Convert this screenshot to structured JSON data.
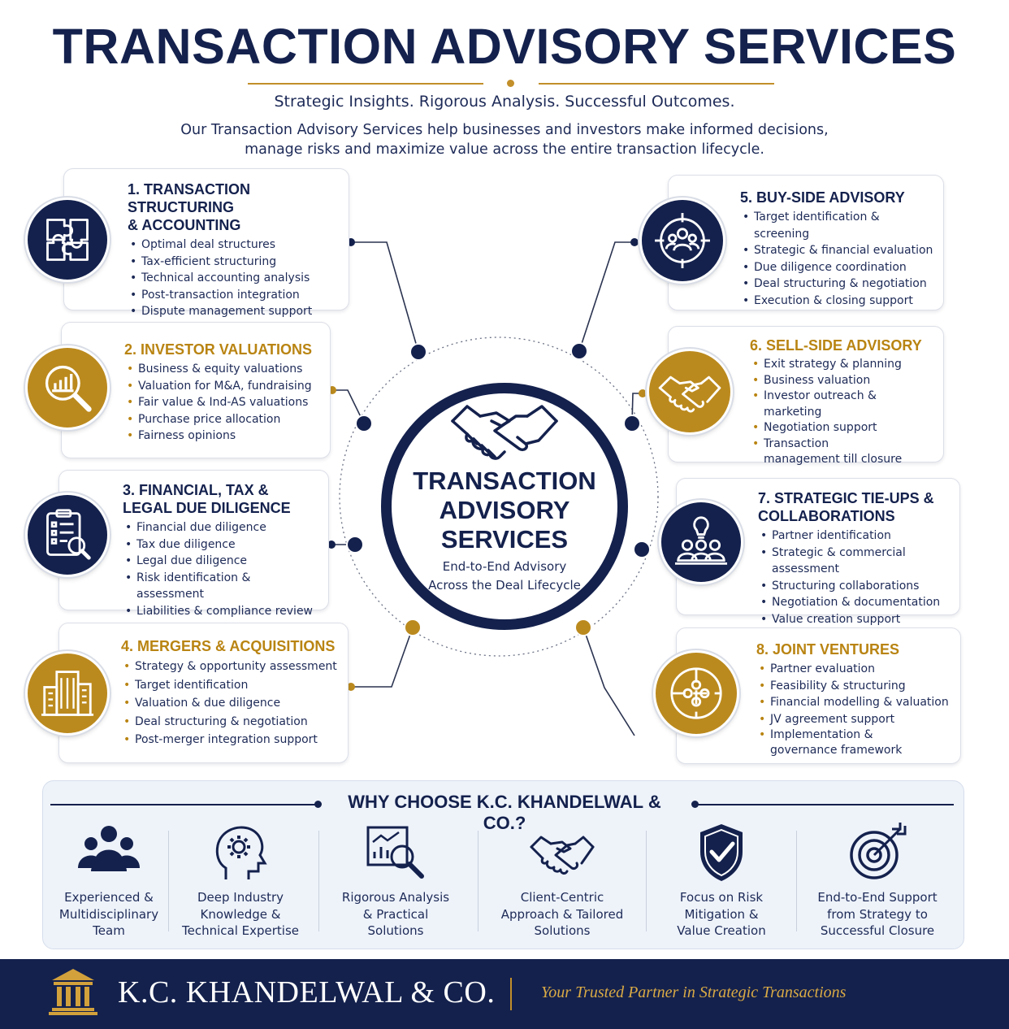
{
  "header": {
    "title": "TRANSACTION ADVISORY SERVICES",
    "tagline": "Strategic Insights. Rigorous Analysis. Successful Outcomes.",
    "intro_line1": "Our Transaction Advisory Services help businesses and investors make informed decisions,",
    "intro_line2": "manage risks and maximize value across the entire transaction lifecycle."
  },
  "hub": {
    "title_line1": "TRANSACTION",
    "title_line2": "ADVISORY",
    "title_line3": "SERVICES",
    "subtitle_line1": "End-to-End Advisory",
    "subtitle_line2": "Across the Deal Lifecycle",
    "icon": "handshake-icon"
  },
  "services": [
    {
      "title_line1": "1. TRANSACTION STRUCTURING",
      "title_line2": "& ACCOUNTING",
      "icon": "puzzle-icon",
      "items": [
        "Optimal deal structures",
        "Tax-efficient structuring",
        "Technical accounting analysis",
        "Post-transaction integration",
        "Dispute management support"
      ]
    },
    {
      "title_line1": "2. INVESTOR VALUATIONS",
      "title_line2": "",
      "icon": "magnifier-chart-icon",
      "items": [
        "Business & equity valuations",
        "Valuation for M&A, fundraising",
        "Fair value & Ind-AS valuations",
        "Purchase price allocation",
        "Fairness opinions"
      ]
    },
    {
      "title_line1": "3. FINANCIAL, TAX &",
      "title_line2": "LEGAL DUE DILIGENCE",
      "icon": "clipboard-icon",
      "items": [
        "Financial due diligence",
        "Tax due diligence",
        "Legal due diligence",
        "Risk identification & assessment",
        "Liabilities & compliance review"
      ]
    },
    {
      "title_line1": "4. MERGERS & ACQUISITIONS",
      "title_line2": "",
      "icon": "buildings-icon",
      "items": [
        "Strategy & opportunity assessment",
        "Target identification",
        "Valuation & due diligence",
        "Deal structuring & negotiation",
        "Post-merger integration support"
      ]
    },
    {
      "title_line1": "5. BUY-SIDE ADVISORY",
      "title_line2": "",
      "icon": "target-people-icon",
      "items": [
        "Target identification & screening",
        "Strategic & financial evaluation",
        "Due diligence coordination",
        "Deal structuring & negotiation",
        "Execution & closing support"
      ]
    },
    {
      "title_line1": "6. SELL-SIDE ADVISORY",
      "title_line2": "",
      "icon": "handshake-icon",
      "items": [
        "Exit strategy & planning",
        "Business valuation",
        "Investor outreach & marketing",
        "Negotiation support",
        "Transaction management till closure"
      ]
    },
    {
      "title_line1": "7. STRATEGIC TIE-UPS &",
      "title_line2": "COLLABORATIONS",
      "icon": "team-idea-icon",
      "items": [
        "Partner identification",
        "Strategic & commercial assessment",
        "Structuring collaborations",
        "Negotiation & documentation",
        "Value creation support"
      ]
    },
    {
      "title_line1": "8. JOINT VENTURES",
      "title_line2": "",
      "icon": "puzzle-circle-icon",
      "items": [
        "Partner evaluation",
        "Feasibility & structuring",
        "Financial modelling & valuation",
        "JV agreement support",
        "Implementation & governance framework"
      ]
    }
  ],
  "why": {
    "title": "WHY CHOOSE K.C. KHANDELWAL & CO.?",
    "items": [
      {
        "icon": "team-icon",
        "line1": "Experienced &",
        "line2": "Multidisciplinary",
        "line3": "Team"
      },
      {
        "icon": "head-gear-icon",
        "line1": "Deep Industry",
        "line2": "Knowledge &",
        "line3": "Technical Expertise"
      },
      {
        "icon": "analysis-icon",
        "line1": "Rigorous Analysis",
        "line2": "& Practical",
        "line3": "Solutions"
      },
      {
        "icon": "handshake-icon",
        "line1": "Client-Centric",
        "line2": "Approach & Tailored",
        "line3": "Solutions"
      },
      {
        "icon": "shield-check-icon",
        "line1": "Focus on Risk",
        "line2": "Mitigation &",
        "line3": "Value Creation"
      },
      {
        "icon": "target-icon",
        "line1": "End-to-End Support",
        "line2": "from Strategy to",
        "line3": "Successful Closure"
      }
    ]
  },
  "footer": {
    "firm_name": "K.C. KHANDELWAL & CO.",
    "tagline": "Your Trusted Partner in Strategic Transactions",
    "logo_icon": "pillars-building-icon"
  },
  "colors": {
    "navy": "#14214d",
    "gold": "#bb8a1e",
    "panel": "#eef3fa"
  }
}
